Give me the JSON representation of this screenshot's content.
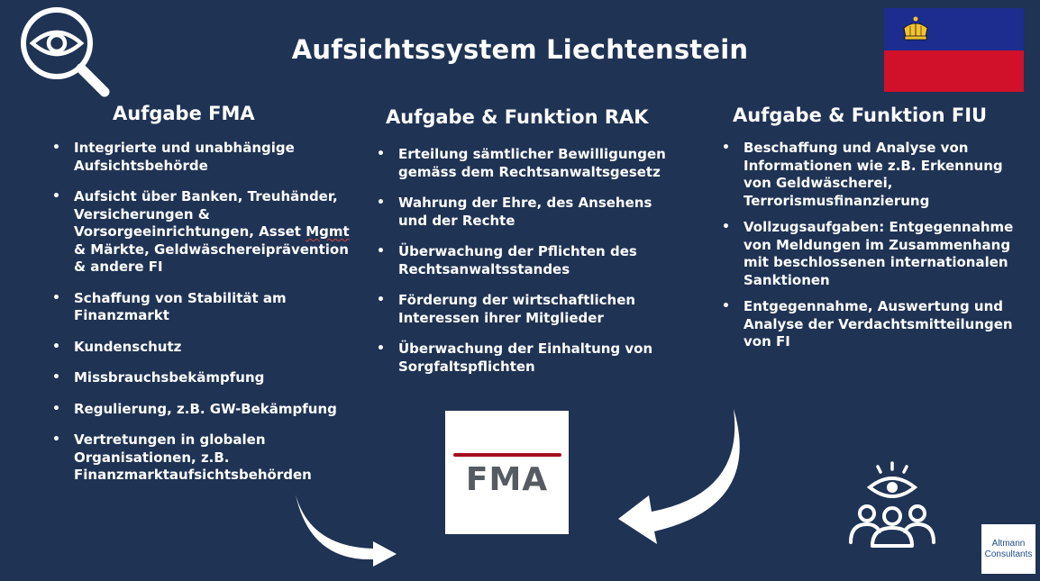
{
  "title": "Aufsichtssystem Liechtenstein",
  "columns": [
    {
      "heading": "Aufgabe FMA",
      "items": [
        "Integrierte und unabhängige Aufsichtsbehörde",
        "Aufsicht über Banken, Treuhänder, Versicherungen & Vorsorgeeinrichtungen, Asset",
        "Schaffung von Stabilität am Finanzmarkt",
        "Kundenschutz",
        "Missbrauchsbekämpfung",
        "Regulierung, z.B. GW-Bekämpfung",
        "Vertretungen in globalen Organisationen, z.B. Finanzmarktaufsichtsbehörden"
      ],
      "item2_mgmt": "Mgmt",
      "item2_rest": " & Märkte, Geldwäschereiprävention & andere FI"
    },
    {
      "heading": "Aufgabe & Funktion RAK",
      "items": [
        "Erteilung sämtlicher Bewilligungen gemäss dem Rechtsanwaltsgesetz",
        "Wahrung der Ehre, des Ansehens und der Rechte",
        "Überwachung der Pflichten des Rechtsanwaltsstandes",
        "Förderung der wirtschaftlichen Interessen ihrer Mitglieder",
        "Überwachung der Einhaltung von Sorgfaltspflichten"
      ]
    },
    {
      "heading": "Aufgabe & Funktion FIU",
      "items": [
        "Beschaffung und Analyse von Informationen wie z.B. Erkennung von Geldwäscherei, Terrorismusfinanzierung",
        "Vollzugsaufgaben:  Entgegennahme von Meldungen im Zusammenhang mit beschlossenen internationalen Sanktionen",
        "Entgegennahme, Auswertung und Analyse der Verdachtsmitteilungen von FI"
      ]
    }
  ],
  "fma_logo": {
    "text": "FMA",
    "accent": "#a3101e"
  },
  "flag": {
    "top": "#1c2c8f",
    "bottom": "#d1112a",
    "crown": "#f2c230"
  },
  "badge": {
    "line1": "Altmann",
    "line2": "Consultants"
  },
  "icons": [
    "eye-magnifier-icon",
    "crown-icon",
    "curved-arrow-right-icon",
    "curved-arrow-left-icon",
    "eye-group-icon"
  ],
  "colors": {
    "background": "#1f3354",
    "text": "#ffffff"
  }
}
